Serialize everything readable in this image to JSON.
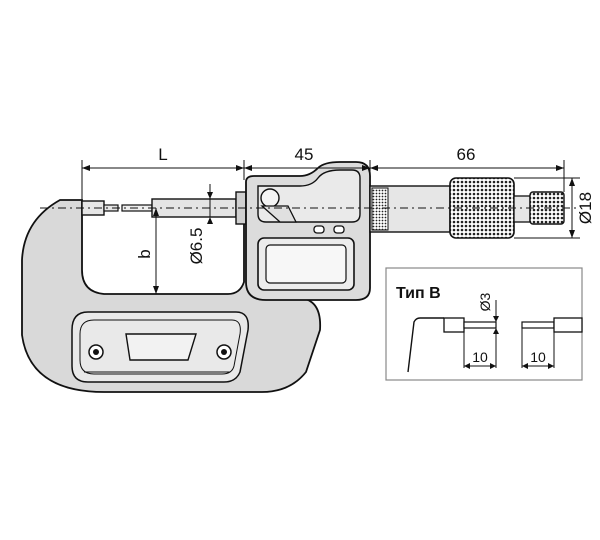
{
  "dimensions": {
    "L": "L",
    "width_45": "45",
    "width_66": "66",
    "dia_6_5": "Ø6.5",
    "dia_18": "Ø18",
    "depth_b": "b"
  },
  "inset": {
    "title": "Тип B",
    "dia_3": "Ø3",
    "len_left": "10",
    "len_right": "10"
  },
  "colors": {
    "body_fill": "#d9d9d9",
    "body_light": "#efefef",
    "stroke": "#111111",
    "knurl": "#2b2b2b"
  }
}
